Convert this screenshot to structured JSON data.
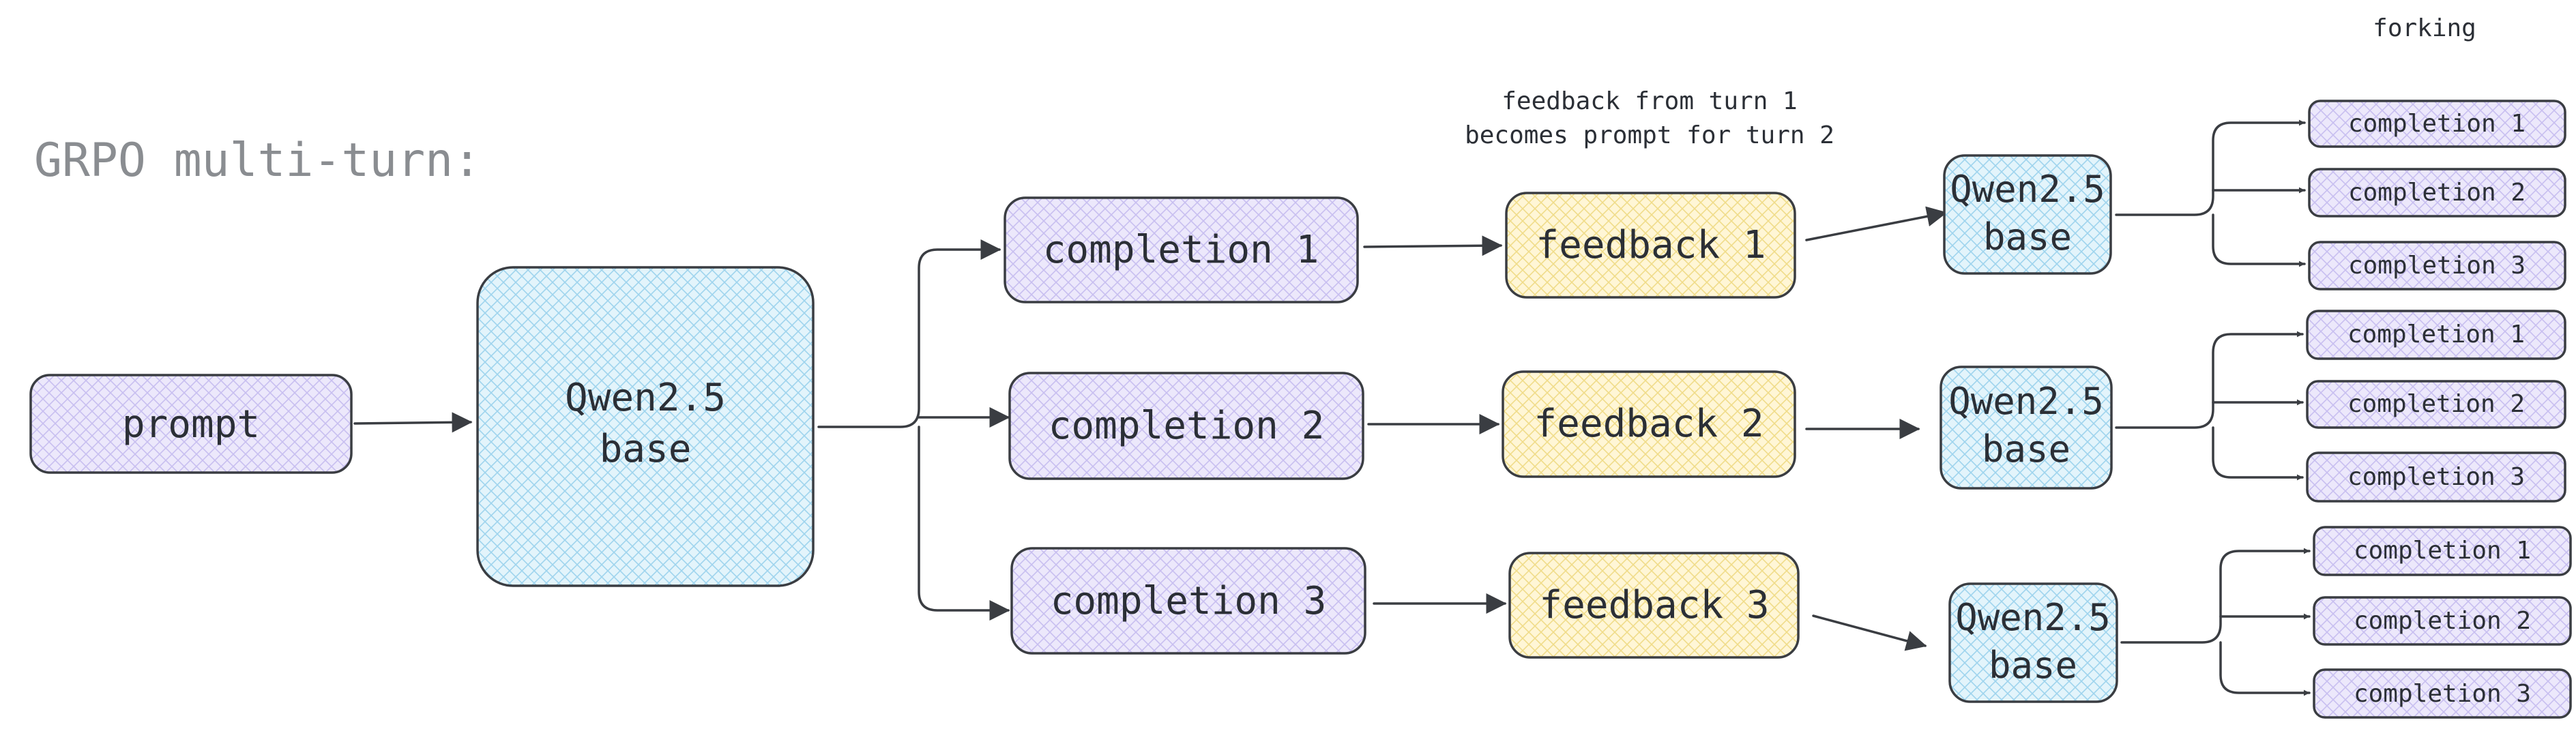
{
  "title": "GRPO multi-turn:",
  "note": {
    "line1": "feedback from turn 1",
    "line2": "becomes prompt for turn 2"
  },
  "forking_label": "forking",
  "prompt": "prompt",
  "base_model": {
    "line1": "Qwen2.5",
    "line2": "base"
  },
  "completions": [
    "completion 1",
    "completion 2",
    "completion 3"
  ],
  "feedback": [
    "feedback 1",
    "feedback 2",
    "feedback 3"
  ],
  "forks": [
    {
      "model": {
        "line1": "Qwen2.5",
        "line2": "base"
      },
      "completions": [
        "completion 1",
        "completion 2",
        "completion 3"
      ]
    },
    {
      "model": {
        "line1": "Qwen2.5",
        "line2": "base"
      },
      "completions": [
        "completion 1",
        "completion 2",
        "completion 3"
      ]
    },
    {
      "model": {
        "line1": "Qwen2.5",
        "line2": "base"
      },
      "completions": [
        "completion 1",
        "completion 2",
        "completion 3"
      ]
    }
  ],
  "colors": {
    "purple_fill": "#ece8fb",
    "purple_hatch": "#c8bff0",
    "blue_fill": "#e3f4fb",
    "blue_hatch": "#9fd4ee",
    "yellow_fill": "#fff6d6",
    "yellow_hatch": "#f0dc8a",
    "stroke": "#3a3d42"
  }
}
